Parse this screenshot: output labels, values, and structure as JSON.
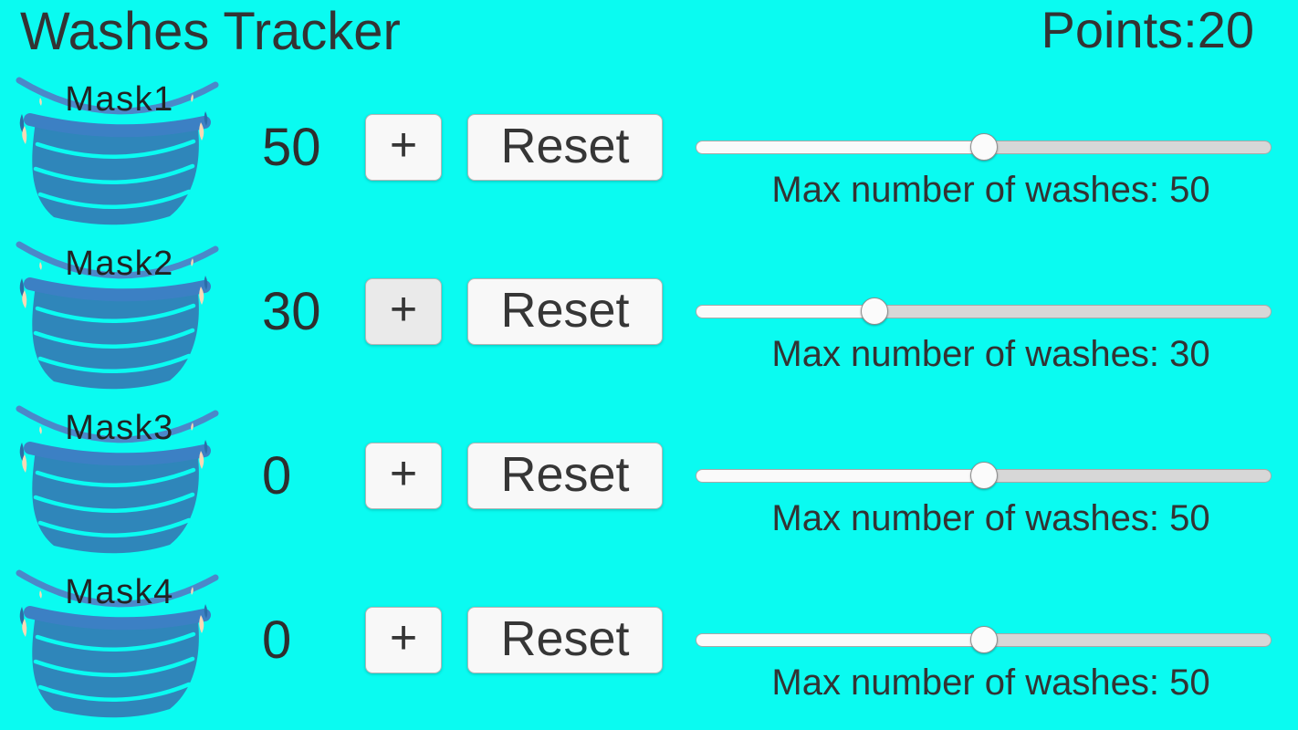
{
  "app": {
    "title": "Washes Tracker",
    "points_label": "Points:",
    "points_value": "20"
  },
  "colors": {
    "background": "#0AFBF1",
    "text": "#333333",
    "button_bg": "#F8F8F8",
    "button_bg_pressed": "#EAEAEA",
    "button_border": "#B5B5B5",
    "mask_body": "#2F86BA",
    "mask_band": "#3C80C4",
    "mask_strap": "#4B88C9",
    "mask_ear": "#F9D9B5",
    "slider_fill": "#FAFAFA",
    "slider_track": "#D7D7D7",
    "slider_thumb": "#FBFBFB"
  },
  "rows": [
    {
      "mask_label": "Mask1",
      "count": "50",
      "plus_label": "+",
      "reset_label": "Reset",
      "slider_percent": "50",
      "max_washes_label": "Max number of washes: 50"
    },
    {
      "mask_label": "Mask2",
      "count": "30",
      "plus_label": "+",
      "reset_label": "Reset",
      "slider_percent": "30",
      "max_washes_label": "Max number of washes: 30"
    },
    {
      "mask_label": "Mask3",
      "count": "0",
      "plus_label": "+",
      "reset_label": "Reset",
      "slider_percent": "50",
      "max_washes_label": "Max number of washes: 50"
    },
    {
      "mask_label": "Mask4",
      "count": "0",
      "plus_label": "+",
      "reset_label": "Reset",
      "slider_percent": "50",
      "max_washes_label": "Max number of washes: 50"
    }
  ]
}
